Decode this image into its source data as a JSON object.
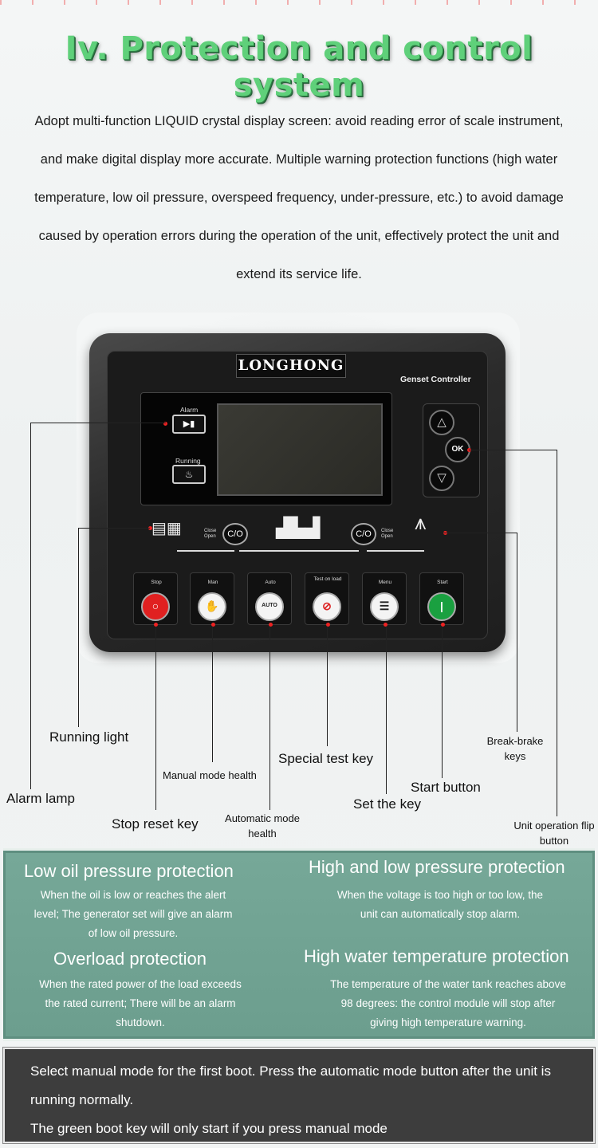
{
  "title": "Iv. Protection and control system",
  "intro": "Adopt multi-function LIQUID crystal display screen: avoid reading error of scale instrument, and make digital display more accurate. Multiple warning protection functions (high water temperature, low oil pressure, overspeed frequency, under-pressure, etc.) to avoid damage caused by operation errors during the operation of the unit, effectively protect the unit and extend its service life.",
  "controller": {
    "brand": "LONGHONG",
    "model": "Genset Controller",
    "alarm_label": "Alarm",
    "running_label": "Running",
    "ok_label": "OK",
    "co_label": "C/O",
    "close_label": "Close",
    "open_label": "Open",
    "keys": [
      {
        "label": "Stop",
        "icon": "stop-icon",
        "color": "#e02020"
      },
      {
        "label": "Man",
        "icon": "hand-icon",
        "color": "#ffffff"
      },
      {
        "label": "Auto",
        "icon": "auto-icon",
        "color": "#ffffff"
      },
      {
        "label": "Test on load",
        "icon": "test-icon",
        "color": "#ffffff"
      },
      {
        "label": "Menu",
        "icon": "menu-icon",
        "color": "#ffffff"
      },
      {
        "label": "Start",
        "icon": "start-icon",
        "color": "#1aa040"
      }
    ],
    "auto_text": "AUTO"
  },
  "callouts": {
    "running_light": "Running light",
    "alarm_lamp": "Alarm lamp",
    "manual_mode": "Manual mode health",
    "stop_reset": "Stop reset key",
    "automatic_mode": "Automatic mode health",
    "special_test": "Special test key",
    "set_key": "Set the key",
    "start_button": "Start button",
    "break_brake": "Break-brake keys",
    "unit_operation": "Unit operation flip button"
  },
  "protection": {
    "low_oil": {
      "heading": "Low oil pressure protection",
      "text": "When the oil is low or reaches the alert level; The generator set will give an alarm of low oil pressure."
    },
    "voltage": {
      "heading": "High and low pressure protection",
      "text": "When the voltage is too high or too low, the unit can automatically stop alarm."
    },
    "overload": {
      "heading": "Overload protection",
      "text": "When the rated power of the load exceeds the rated current; There will be an alarm shutdown."
    },
    "water_temp": {
      "heading": "High water temperature protection",
      "text": "The temperature of the water tank reaches above 98 degrees: the control module will stop after giving high temperature warning."
    }
  },
  "notice": {
    "line1": "Select manual mode for the first boot. Press the automatic mode button after the unit is running normally.",
    "line2": "The green boot key will only start if you press manual mode"
  },
  "colors": {
    "title_green": "#5fd07a",
    "panel_green": "#6c9e8e",
    "notice_bg": "#3d3d3d",
    "stop_red": "#e02020",
    "start_green": "#1aa040"
  }
}
